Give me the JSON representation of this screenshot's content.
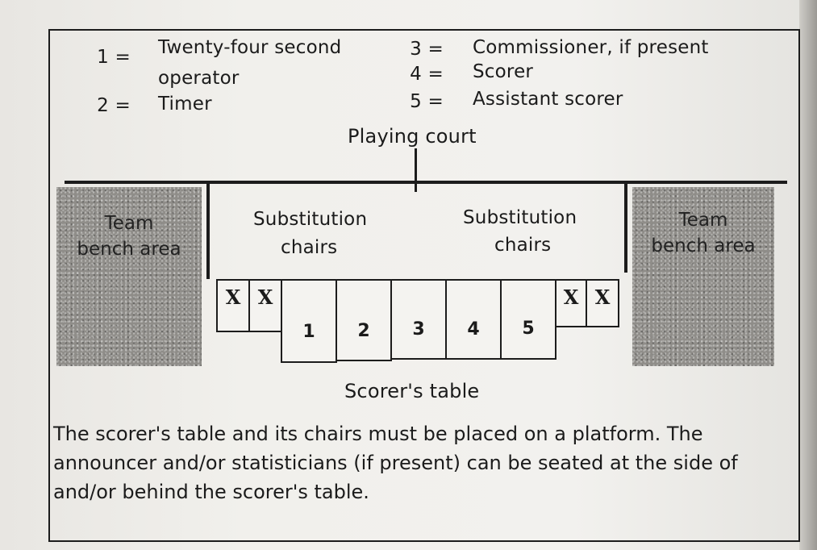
{
  "legend": {
    "items": [
      {
        "num": "1 =",
        "text_line1": "Twenty-four second",
        "text_line2": "operator"
      },
      {
        "num": "2 =",
        "text_line1": "Timer"
      },
      {
        "num": "3 =",
        "text_line1": "Commissioner, if present"
      },
      {
        "num": "4 =",
        "text_line1": "Scorer"
      },
      {
        "num": "5 =",
        "text_line1": "Assistant scorer"
      }
    ]
  },
  "court_label": "Playing court",
  "bench_left": {
    "line1": "Team",
    "line2": "bench area"
  },
  "bench_right": {
    "line1": "Team",
    "line2": "bench area"
  },
  "subs_left": {
    "line1": "Substitution",
    "line2": "chairs"
  },
  "subs_right": {
    "line1": "Substitution",
    "line2": "chairs"
  },
  "x_marks": [
    "X",
    "X",
    "X",
    "X"
  ],
  "seats": [
    "1",
    "2",
    "3",
    "4",
    "5"
  ],
  "table_label": "Scorer's table",
  "paragraph": [
    "The scorer's table and its chairs must be placed on a platform. The",
    "announcer and/or statisticians (if present) can be seated at the side of",
    "and/or behind the scorer's table."
  ]
}
